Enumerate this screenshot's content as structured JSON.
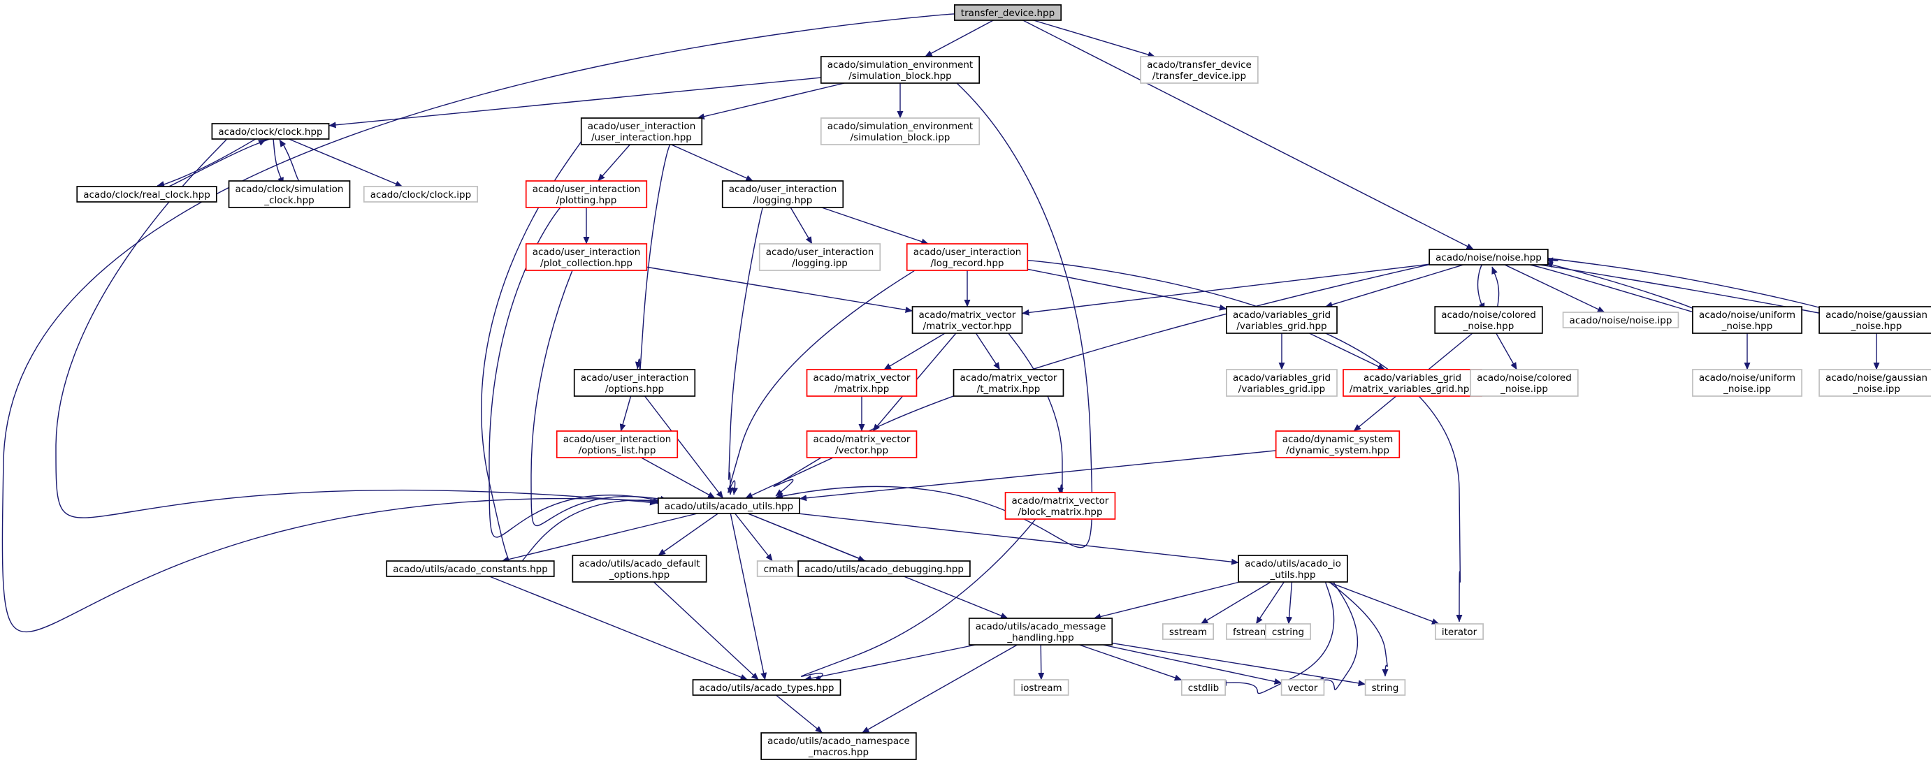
{
  "colors": {
    "edge": "#191970",
    "current_fill": "#bfbfbf",
    "current_border": "#000000",
    "normal_border": "#000000",
    "incomplete_border": "#ff0000",
    "external_border": "#bfbfbf",
    "external_text": "#7f7f7f"
  },
  "nodes": [
    {
      "id": "td",
      "lines": [
        "transfer_device.hpp"
      ],
      "style": "current"
    },
    {
      "id": "sb",
      "lines": [
        "acado/simulation_environment",
        "/simulation_block.hpp"
      ],
      "style": "normal"
    },
    {
      "id": "tdipp",
      "lines": [
        "acado/transfer_device",
        "/transfer_device.ipp"
      ],
      "style": "external"
    },
    {
      "id": "clock",
      "lines": [
        "acado/clock/clock.hpp"
      ],
      "style": "normal"
    },
    {
      "id": "ui",
      "lines": [
        "acado/user_interaction",
        "/user_interaction.hpp"
      ],
      "style": "normal"
    },
    {
      "id": "sbipp",
      "lines": [
        "acado/simulation_environment",
        "/simulation_block.ipp"
      ],
      "style": "external"
    },
    {
      "id": "realclock",
      "lines": [
        "acado/clock/real_clock.hpp"
      ],
      "style": "normal"
    },
    {
      "id": "simclock",
      "lines": [
        "acado/clock/simulation",
        "_clock.hpp"
      ],
      "style": "normal"
    },
    {
      "id": "clockipp",
      "lines": [
        "acado/clock/clock.ipp"
      ],
      "style": "external"
    },
    {
      "id": "plotting",
      "lines": [
        "acado/user_interaction",
        "/plotting.hpp"
      ],
      "style": "incomplete"
    },
    {
      "id": "logging",
      "lines": [
        "acado/user_interaction",
        "/logging.hpp"
      ],
      "style": "normal"
    },
    {
      "id": "plotcoll",
      "lines": [
        "acado/user_interaction",
        "/plot_collection.hpp"
      ],
      "style": "incomplete"
    },
    {
      "id": "loggingipp",
      "lines": [
        "acado/user_interaction",
        "/logging.ipp"
      ],
      "style": "external"
    },
    {
      "id": "logrecord",
      "lines": [
        "acado/user_interaction",
        "/log_record.hpp"
      ],
      "style": "incomplete"
    },
    {
      "id": "noise",
      "lines": [
        "acado/noise/noise.hpp"
      ],
      "style": "normal"
    },
    {
      "id": "mv",
      "lines": [
        "acado/matrix_vector",
        "/matrix_vector.hpp"
      ],
      "style": "normal"
    },
    {
      "id": "vg",
      "lines": [
        "acado/variables_grid",
        "/variables_grid.hpp"
      ],
      "style": "normal"
    },
    {
      "id": "colored",
      "lines": [
        "acado/noise/colored",
        "_noise.hpp"
      ],
      "style": "normal"
    },
    {
      "id": "noiseipp",
      "lines": [
        "acado/noise/noise.ipp"
      ],
      "style": "external"
    },
    {
      "id": "uniform",
      "lines": [
        "acado/noise/uniform",
        "_noise.hpp"
      ],
      "style": "normal"
    },
    {
      "id": "gaussian",
      "lines": [
        "acado/noise/gaussian",
        "_noise.hpp"
      ],
      "style": "normal"
    },
    {
      "id": "options",
      "lines": [
        "acado/user_interaction",
        "/options.hpp"
      ],
      "style": "normal"
    },
    {
      "id": "matrix",
      "lines": [
        "acado/matrix_vector",
        "/matrix.hpp"
      ],
      "style": "incomplete"
    },
    {
      "id": "tmatrix",
      "lines": [
        "acado/matrix_vector",
        "/t_matrix.hpp"
      ],
      "style": "normal"
    },
    {
      "id": "vgipp",
      "lines": [
        "acado/variables_grid",
        "/variables_grid.ipp"
      ],
      "style": "external"
    },
    {
      "id": "mvg",
      "lines": [
        "acado/variables_grid",
        "/matrix_variables_grid.hpp"
      ],
      "style": "incomplete"
    },
    {
      "id": "coloredipp",
      "lines": [
        "acado/noise/colored",
        "_noise.ipp"
      ],
      "style": "external"
    },
    {
      "id": "uniformipp",
      "lines": [
        "acado/noise/uniform",
        "_noise.ipp"
      ],
      "style": "external"
    },
    {
      "id": "gaussianipp",
      "lines": [
        "acado/noise/gaussian",
        "_noise.ipp"
      ],
      "style": "external"
    },
    {
      "id": "optlist",
      "lines": [
        "acado/user_interaction",
        "/options_list.hpp"
      ],
      "style": "incomplete"
    },
    {
      "id": "vector",
      "lines": [
        "acado/matrix_vector",
        "/vector.hpp"
      ],
      "style": "incomplete"
    },
    {
      "id": "dynsys",
      "lines": [
        "acado/dynamic_system",
        "/dynamic_system.hpp"
      ],
      "style": "incomplete"
    },
    {
      "id": "utils",
      "lines": [
        "acado/utils/acado_utils.hpp"
      ],
      "style": "normal"
    },
    {
      "id": "blockmatrix",
      "lines": [
        "acado/matrix_vector",
        "/block_matrix.hpp"
      ],
      "style": "incomplete"
    },
    {
      "id": "constants",
      "lines": [
        "acado/utils/acado_constants.hpp"
      ],
      "style": "normal"
    },
    {
      "id": "defopts",
      "lines": [
        "acado/utils/acado_default",
        "_options.hpp"
      ],
      "style": "normal"
    },
    {
      "id": "cmath",
      "lines": [
        "cmath"
      ],
      "style": "external"
    },
    {
      "id": "debugging",
      "lines": [
        "acado/utils/acado_debugging.hpp"
      ],
      "style": "normal"
    },
    {
      "id": "ioutils",
      "lines": [
        "acado/utils/acado_io",
        "_utils.hpp"
      ],
      "style": "normal"
    },
    {
      "id": "msghandling",
      "lines": [
        "acado/utils/acado_message",
        "_handling.hpp"
      ],
      "style": "normal"
    },
    {
      "id": "sstream",
      "lines": [
        "sstream"
      ],
      "style": "external"
    },
    {
      "id": "fstream",
      "lines": [
        "fstream"
      ],
      "style": "external"
    },
    {
      "id": "cstring",
      "lines": [
        "cstring"
      ],
      "style": "external"
    },
    {
      "id": "iterator",
      "lines": [
        "iterator"
      ],
      "style": "external"
    },
    {
      "id": "types",
      "lines": [
        "acado/utils/acado_types.hpp"
      ],
      "style": "normal"
    },
    {
      "id": "iostream",
      "lines": [
        "iostream"
      ],
      "style": "external"
    },
    {
      "id": "cstdlib",
      "lines": [
        "cstdlib"
      ],
      "style": "external"
    },
    {
      "id": "vectorstd",
      "lines": [
        "vector"
      ],
      "style": "external"
    },
    {
      "id": "string",
      "lines": [
        "string"
      ],
      "style": "external"
    },
    {
      "id": "nsmacros",
      "lines": [
        "acado/utils/acado_namespace",
        "_macros.hpp"
      ],
      "style": "normal"
    }
  ],
  "edges": [
    {
      "from": "td",
      "to": "sb"
    },
    {
      "from": "td",
      "to": "tdipp"
    },
    {
      "from": "td",
      "to": "noise"
    },
    {
      "from": "td",
      "to": "utils"
    },
    {
      "from": "sb",
      "to": "clock"
    },
    {
      "from": "sb",
      "to": "ui"
    },
    {
      "from": "sb",
      "to": "sbipp"
    },
    {
      "from": "sb",
      "to": "utils"
    },
    {
      "from": "clock",
      "to": "realclock"
    },
    {
      "from": "clock",
      "to": "simclock"
    },
    {
      "from": "clock",
      "to": "clockipp"
    },
    {
      "from": "clock",
      "to": "utils"
    },
    {
      "from": "realclock",
      "to": "clock"
    },
    {
      "from": "simclock",
      "to": "clock"
    },
    {
      "from": "ui",
      "to": "plotting"
    },
    {
      "from": "ui",
      "to": "logging"
    },
    {
      "from": "ui",
      "to": "options"
    },
    {
      "from": "ui",
      "to": "utils"
    },
    {
      "from": "plotting",
      "to": "plotcoll"
    },
    {
      "from": "plotting",
      "to": "utils"
    },
    {
      "from": "plotcoll",
      "to": "mv"
    },
    {
      "from": "plotcoll",
      "to": "utils"
    },
    {
      "from": "logging",
      "to": "loggingipp"
    },
    {
      "from": "logging",
      "to": "logrecord"
    },
    {
      "from": "logging",
      "to": "utils"
    },
    {
      "from": "logrecord",
      "to": "mv"
    },
    {
      "from": "logrecord",
      "to": "vg"
    },
    {
      "from": "logrecord",
      "to": "utils"
    },
    {
      "from": "logrecord",
      "to": "iterator"
    },
    {
      "from": "noise",
      "to": "mv"
    },
    {
      "from": "noise",
      "to": "vg"
    },
    {
      "from": "noise",
      "to": "colored"
    },
    {
      "from": "noise",
      "to": "noiseipp"
    },
    {
      "from": "noise",
      "to": "uniform"
    },
    {
      "from": "noise",
      "to": "gaussian"
    },
    {
      "from": "noise",
      "to": "utils"
    },
    {
      "from": "colored",
      "to": "noise"
    },
    {
      "from": "uniform",
      "to": "noise"
    },
    {
      "from": "gaussian",
      "to": "noise"
    },
    {
      "from": "colored",
      "to": "coloredipp"
    },
    {
      "from": "colored",
      "to": "dynsys"
    },
    {
      "from": "uniform",
      "to": "uniformipp"
    },
    {
      "from": "gaussian",
      "to": "gaussianipp"
    },
    {
      "from": "mv",
      "to": "matrix"
    },
    {
      "from": "mv",
      "to": "tmatrix"
    },
    {
      "from": "mv",
      "to": "vector"
    },
    {
      "from": "mv",
      "to": "blockmatrix"
    },
    {
      "from": "matrix",
      "to": "vector"
    },
    {
      "from": "vector",
      "to": "utils"
    },
    {
      "from": "vg",
      "to": "vgipp"
    },
    {
      "from": "vg",
      "to": "mvg"
    },
    {
      "from": "options",
      "to": "optlist"
    },
    {
      "from": "options",
      "to": "utils"
    },
    {
      "from": "optlist",
      "to": "utils"
    },
    {
      "from": "dynsys",
      "to": "utils"
    },
    {
      "from": "blockmatrix",
      "to": "types"
    },
    {
      "from": "utils",
      "to": "constants"
    },
    {
      "from": "utils",
      "to": "defopts"
    },
    {
      "from": "utils",
      "to": "cmath"
    },
    {
      "from": "utils",
      "to": "debugging"
    },
    {
      "from": "utils",
      "to": "msghandling"
    },
    {
      "from": "utils",
      "to": "ioutils"
    },
    {
      "from": "utils",
      "to": "types"
    },
    {
      "from": "constants",
      "to": "types"
    },
    {
      "from": "defopts",
      "to": "types"
    },
    {
      "from": "ioutils",
      "to": "msghandling"
    },
    {
      "from": "ioutils",
      "to": "sstream"
    },
    {
      "from": "ioutils",
      "to": "fstream"
    },
    {
      "from": "ioutils",
      "to": "cstring"
    },
    {
      "from": "ioutils",
      "to": "cstdlib"
    },
    {
      "from": "ioutils",
      "to": "vectorstd"
    },
    {
      "from": "ioutils",
      "to": "string"
    },
    {
      "from": "ioutils",
      "to": "iterator"
    },
    {
      "from": "msghandling",
      "to": "types"
    },
    {
      "from": "msghandling",
      "to": "nsmacros"
    },
    {
      "from": "msghandling",
      "to": "iostream"
    },
    {
      "from": "msghandling",
      "to": "cstdlib"
    },
    {
      "from": "msghandling",
      "to": "vectorstd"
    },
    {
      "from": "msghandling",
      "to": "string"
    },
    {
      "from": "types",
      "to": "nsmacros"
    }
  ]
}
